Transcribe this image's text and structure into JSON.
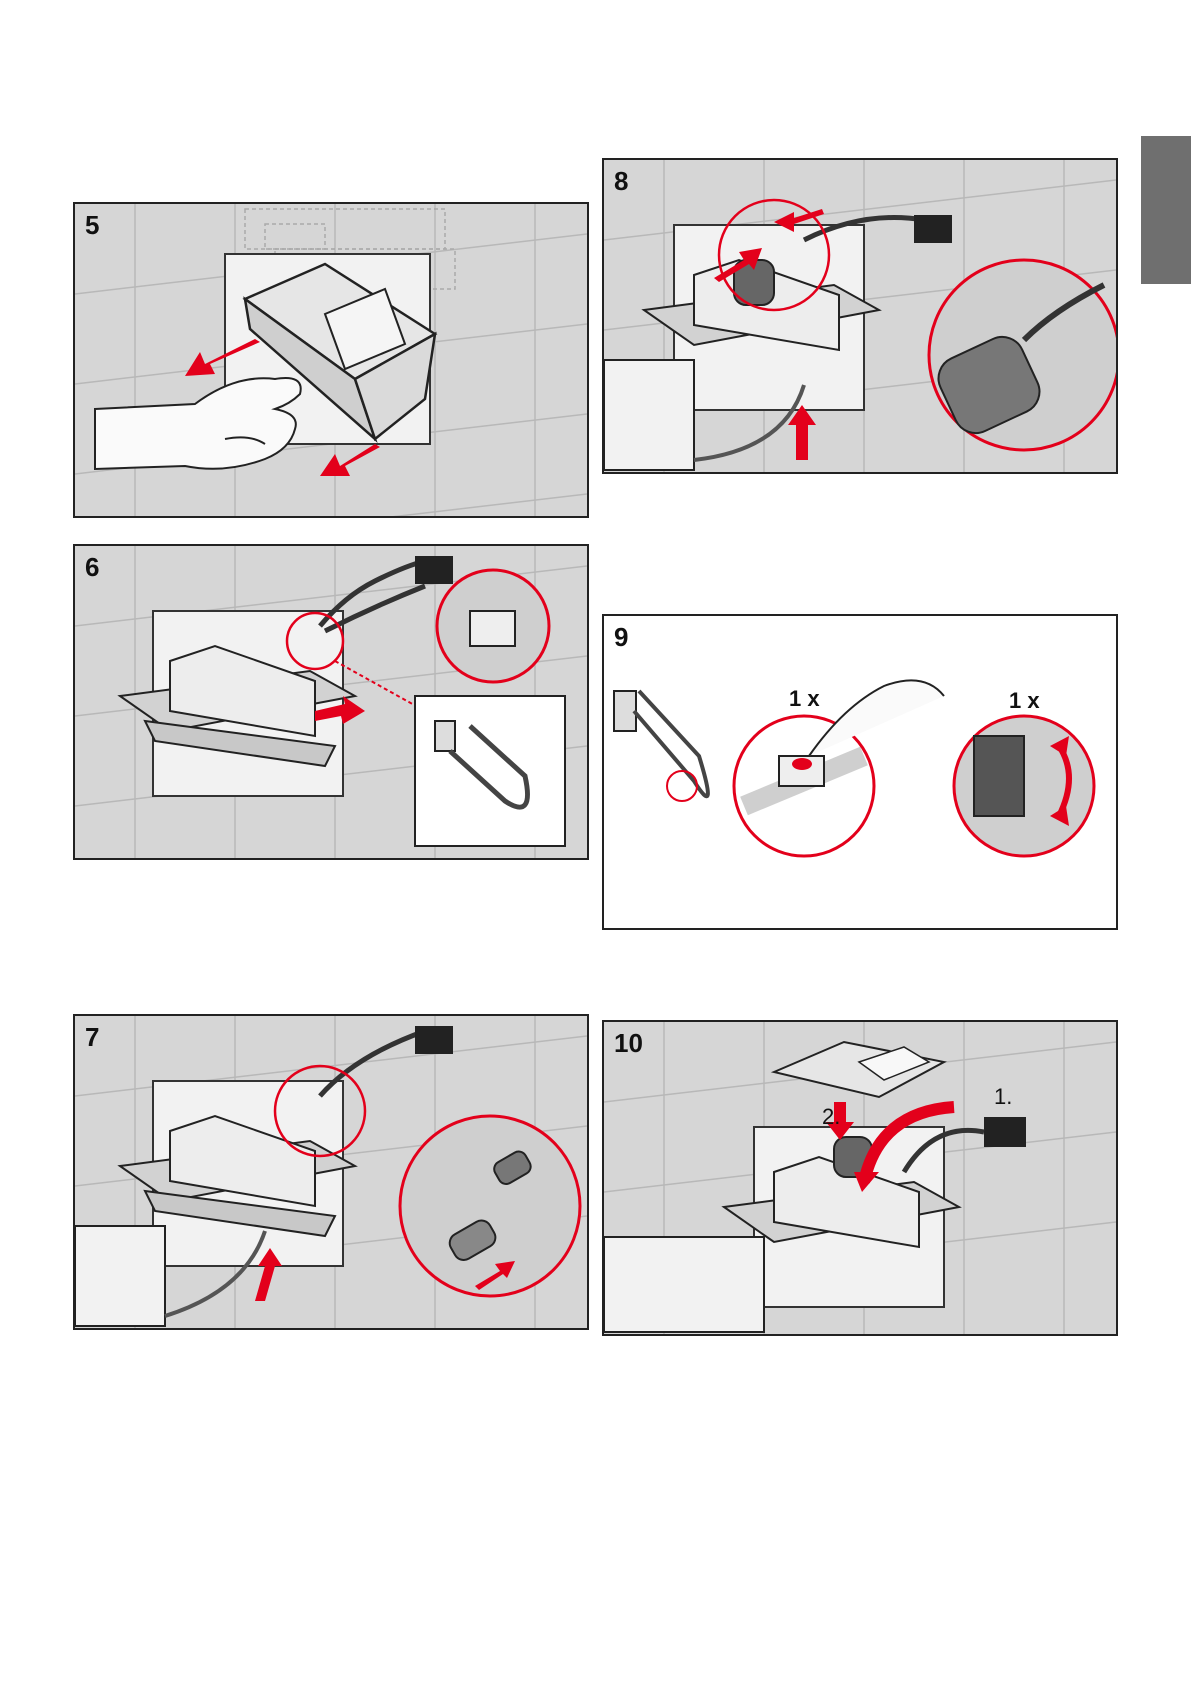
{
  "page": {
    "tab_color": "#6f6f6f",
    "accent": "#e3001b"
  },
  "steps": [
    {
      "number": "5"
    },
    {
      "number": "6"
    },
    {
      "number": "7"
    },
    {
      "number": "8"
    },
    {
      "number": "9",
      "labels": [
        "1 x",
        "1 x"
      ]
    },
    {
      "number": "10",
      "labels": [
        "1.",
        "2."
      ]
    }
  ],
  "icons": [
    "hand-icon",
    "arrow-icon",
    "control-box-icon",
    "battery-icon",
    "cable-connector-icon",
    "grab-bar-icon",
    "button-press-icon",
    "rotate-arrow-icon",
    "cover-plate-icon"
  ]
}
